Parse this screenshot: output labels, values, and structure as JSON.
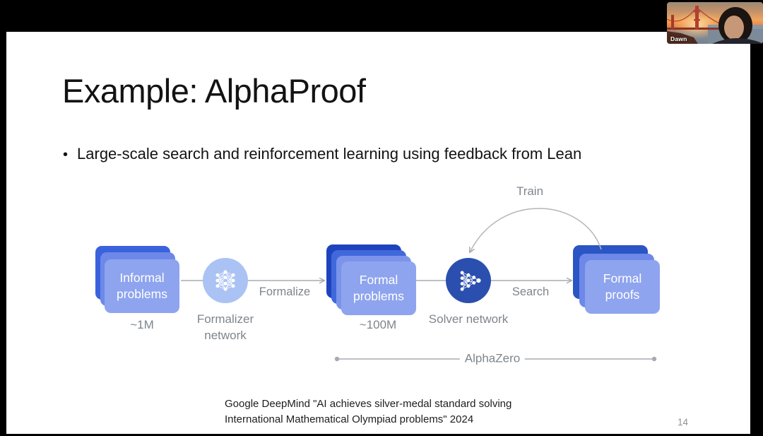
{
  "video_tile": {
    "participant_name": "Dawn"
  },
  "slide": {
    "title": "Example: AlphaProof",
    "bullet_marker": "•",
    "bullet": "Large-scale search and reinforcement learning using feedback from Lean",
    "citation": {
      "line1": "Google DeepMind \"AI achieves silver-medal standard solving",
      "line2": "International Mathematical Olympiad problems\" 2024"
    },
    "page_number": "14"
  },
  "diagram": {
    "informal_problems": {
      "label": "Informal problems",
      "count": "~1M"
    },
    "formalizer": {
      "label": "Formalizer network"
    },
    "formal_problems": {
      "label": "Formal problems",
      "count": "~100M"
    },
    "solver": {
      "label": "Solver network"
    },
    "formal_proofs": {
      "label": "Formal proofs"
    },
    "labels": {
      "formalize": "Formalize",
      "search": "Search",
      "train": "Train",
      "alphazero": "AlphaZero"
    },
    "colors": {
      "card_front": "#8EA4EE",
      "card_mid": "#6D88E8",
      "card_back_informal": "#3A62DC",
      "card_back_formal_problems": "#1D44BD",
      "card_back_formal_proofs": "#2B55C4",
      "formalizer_circle": "#ABC2F4",
      "solver_circle": "#2B4FAE",
      "connector_gray": "#A7ABB0",
      "label_gray": "#7F858C"
    }
  }
}
